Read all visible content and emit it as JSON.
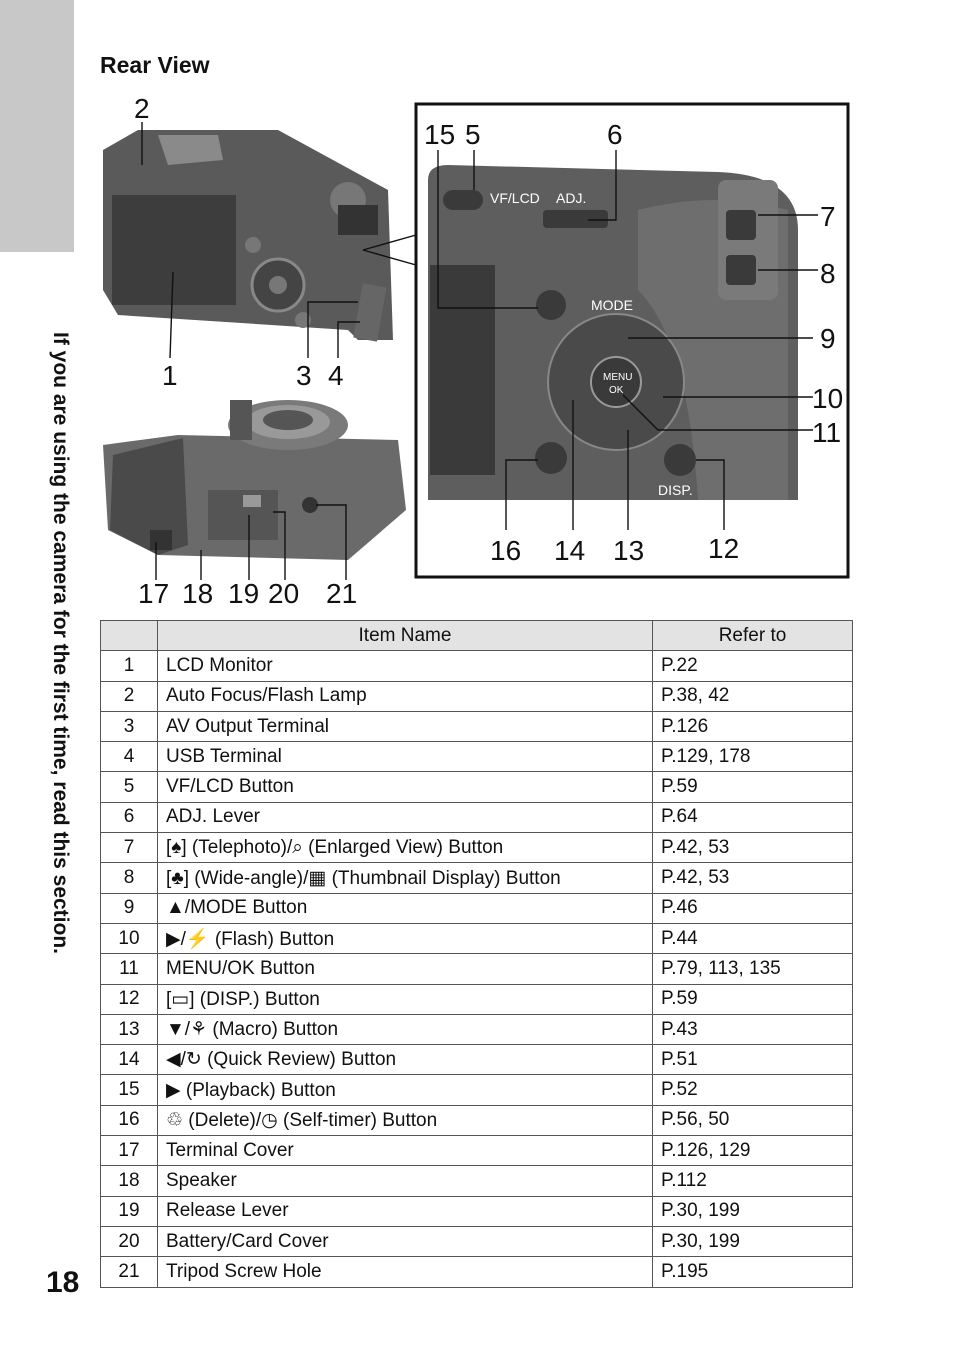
{
  "page": {
    "number": "18",
    "side_text": "If you are using the camera for the first time, read this section."
  },
  "heading": "Rear View",
  "figure": {
    "callouts_left": [
      "2",
      "1",
      "3",
      "4",
      "17",
      "18",
      "19",
      "20",
      "21"
    ],
    "callouts_right": [
      "15",
      "5",
      "6",
      "7",
      "8",
      "9",
      "10",
      "11",
      "16",
      "14",
      "13",
      "12"
    ],
    "labels": {
      "vflcd": "VF/LCD",
      "adj": "ADJ.",
      "mode": "MODE",
      "menu": "MENU",
      "ok": "OK",
      "disp": "DISP."
    }
  },
  "table": {
    "headers": [
      "",
      "Item Name",
      "Refer to"
    ],
    "rows": [
      {
        "no": "1",
        "name": "LCD Monitor",
        "ref": "P.22"
      },
      {
        "no": "2",
        "name": "Auto Focus/Flash Lamp",
        "ref": "P.38, 42"
      },
      {
        "no": "3",
        "name": "AV Output Terminal",
        "ref": "P.126"
      },
      {
        "no": "4",
        "name": "USB Terminal",
        "ref": "P.129, 178"
      },
      {
        "no": "5",
        "name": "VF/LCD Button",
        "ref": "P.59"
      },
      {
        "no": "6",
        "name": "ADJ. Lever",
        "ref": "P.64"
      },
      {
        "no": "7",
        "name": "[♠] (Telephoto)/⌕ (Enlarged View) Button",
        "ref": "P.42, 53"
      },
      {
        "no": "8",
        "name": "[♣] (Wide-angle)/▦ (Thumbnail Display) Button",
        "ref": "P.42, 53"
      },
      {
        "no": "9",
        "name": "▲/MODE Button",
        "ref": "P.46"
      },
      {
        "no": "10",
        "name": "▶/⚡ (Flash) Button",
        "ref": "P.44"
      },
      {
        "no": "11",
        "name": "MENU/OK Button",
        "ref": "P.79, 113, 135"
      },
      {
        "no": "12",
        "name": "[▭] (DISP.) Button",
        "ref": "P.59"
      },
      {
        "no": "13",
        "name": "▼/⚘ (Macro) Button",
        "ref": "P.43"
      },
      {
        "no": "14",
        "name": "◀/↻ (Quick Review) Button",
        "ref": "P.51"
      },
      {
        "no": "15",
        "name": "▶ (Playback) Button",
        "ref": "P.52"
      },
      {
        "no": "16",
        "name": "♲ (Delete)/◷ (Self-timer) Button",
        "ref": "P.56, 50"
      },
      {
        "no": "17",
        "name": "Terminal Cover",
        "ref": "P.126, 129"
      },
      {
        "no": "18",
        "name": "Speaker",
        "ref": "P.112"
      },
      {
        "no": "19",
        "name": "Release Lever",
        "ref": "P.30, 199"
      },
      {
        "no": "20",
        "name": "Battery/Card Cover",
        "ref": "P.30, 199"
      },
      {
        "no": "21",
        "name": "Tripod Screw Hole",
        "ref": "P.195"
      }
    ]
  },
  "colors": {
    "tab_gray": "#c8c8c8",
    "camera_dark": "#4a4a4a",
    "camera_mid": "#6e6e6e",
    "header_bg": "#e3e3e3"
  }
}
